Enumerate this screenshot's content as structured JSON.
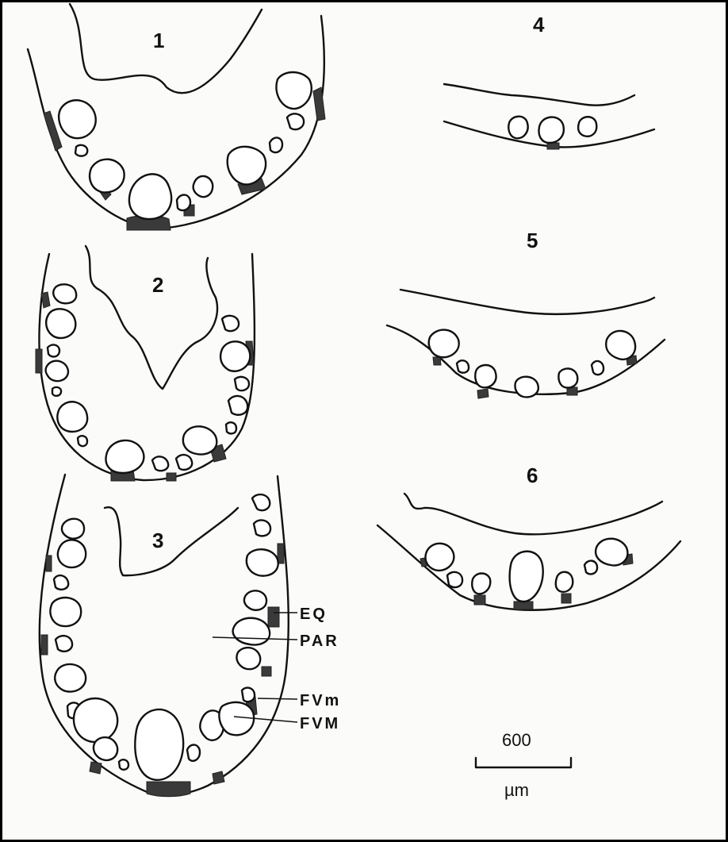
{
  "panels": [
    {
      "number": "1"
    },
    {
      "number": "2"
    },
    {
      "number": "3"
    },
    {
      "number": "4"
    },
    {
      "number": "5"
    },
    {
      "number": "6"
    }
  ],
  "labels": {
    "eq": "EQ",
    "par": "PAR",
    "fvm_small": "FVm",
    "fvm_large": "FVM"
  },
  "scale_bar": {
    "value": "600",
    "unit": "µm"
  },
  "colors": {
    "line": "#111111",
    "dark_tissue": "#3a3a3a",
    "background": "#fbfbf9",
    "border": "#000000"
  }
}
